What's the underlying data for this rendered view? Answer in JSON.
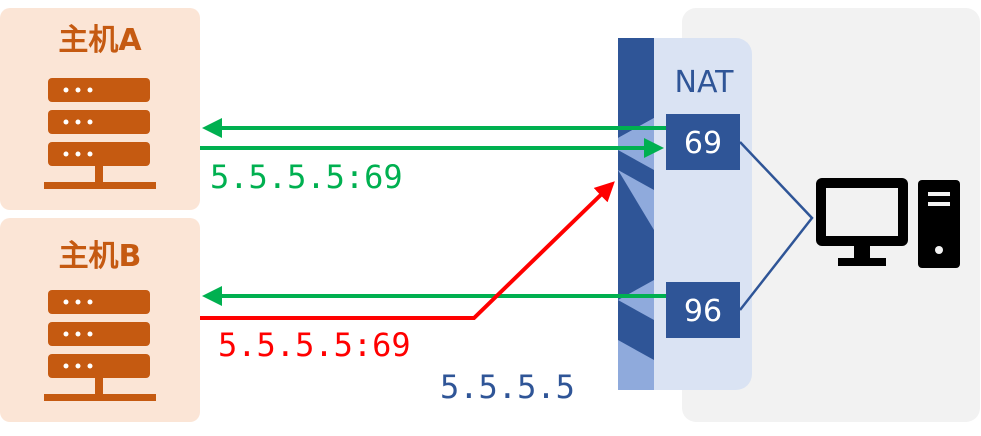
{
  "hosts": [
    {
      "label": "主机A"
    },
    {
      "label": "主机B"
    }
  ],
  "nat": {
    "label": "NAT",
    "public_ip": "5.5.5.5",
    "ports": [
      "69",
      "96"
    ]
  },
  "flows": {
    "host_a_addr": "5.5.5.5:69",
    "host_b_addr": "5.5.5.5:69"
  },
  "colors": {
    "host_bg": "#fbe5d6",
    "host_accent": "#c55a11",
    "nat_dark": "#2f5597",
    "nat_light": "#dae3f3",
    "nat_mid": "#8faadc",
    "lan_bg": "#f2f2f2",
    "green": "#00b050",
    "red": "#ff0000"
  }
}
